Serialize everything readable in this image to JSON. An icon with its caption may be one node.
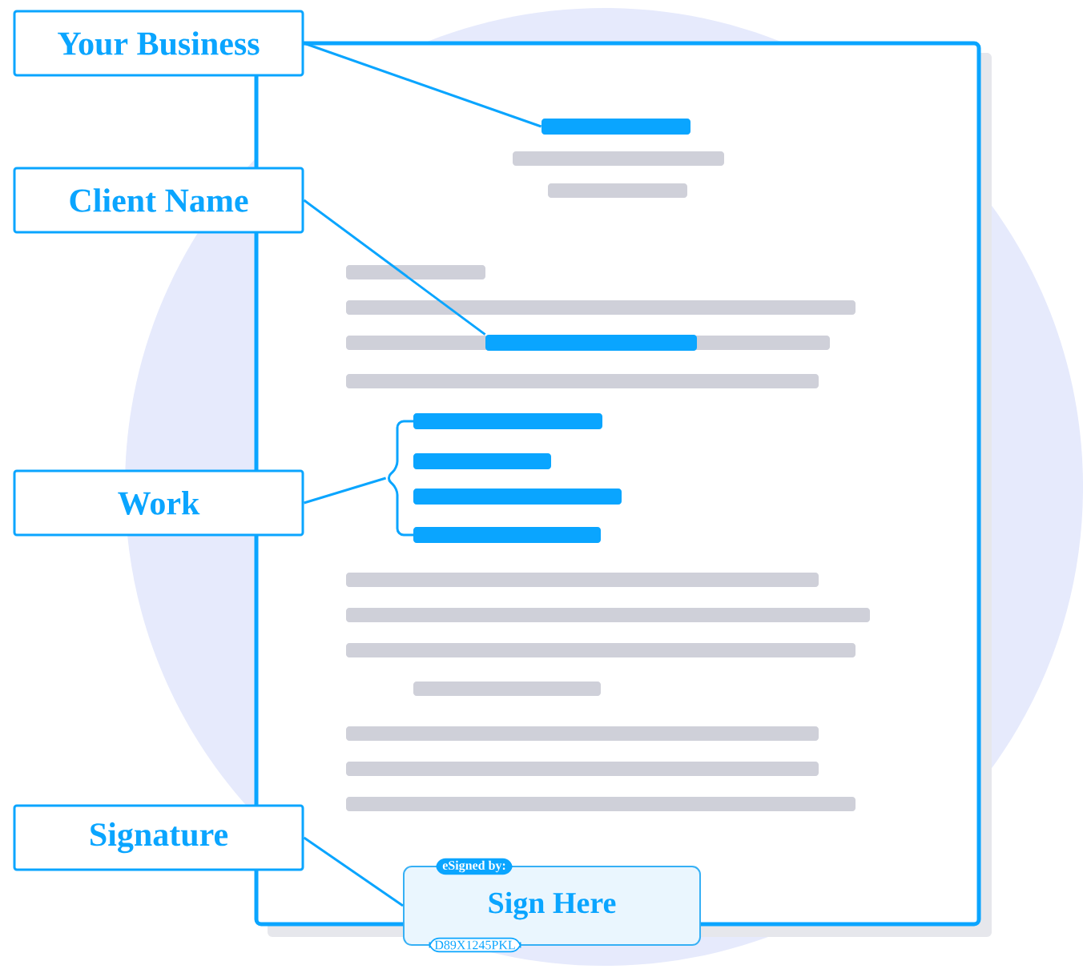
{
  "diagram": {
    "nodes": [
      {
        "text": [
          "Your Business"
        ]
      },
      {
        "text": [
          "Client Name"
        ]
      },
      {
        "text": [
          "Work"
        ]
      },
      {
        "text": [
          "Signature"
        ]
      },
      {
        "text": [],
        "shape": "bar"
      },
      {
        "text": [],
        "shape": "bar"
      },
      {
        "text": [
          "eSigned by:",
          "Sign Here",
          "D89X1245PKL"
        ]
      },
      {
        "text": [],
        "shape": "brace"
      }
    ],
    "edges": [
      {
        "from": 0,
        "to": 4,
        "arrow": "none"
      },
      {
        "from": 1,
        "to": 5,
        "arrow": "none"
      },
      {
        "from": 2,
        "to": 7,
        "arrow": "none"
      },
      {
        "from": 3,
        "to": 6,
        "arrow": "none"
      }
    ]
  }
}
